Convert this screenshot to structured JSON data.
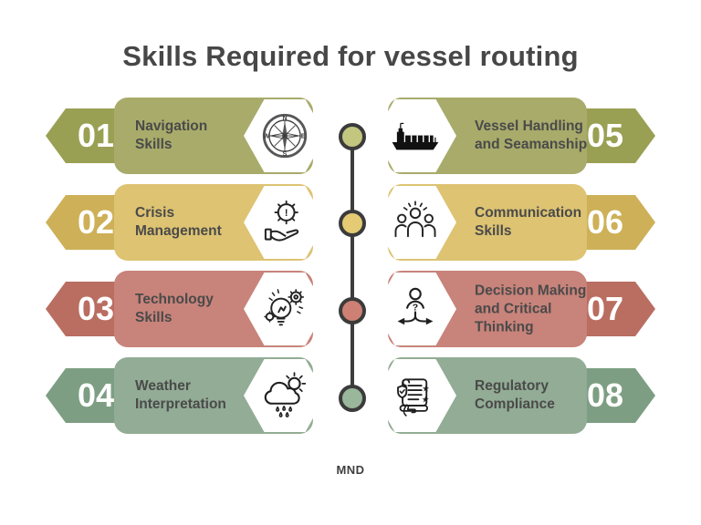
{
  "header": {
    "title": "Skills Required for vessel routing"
  },
  "footer": {
    "brand": "MND"
  },
  "timeline": {
    "line_color": "#3d3d3d",
    "dot_ring_color": "#3b3b3b",
    "dot_fills": [
      "#c3c67f",
      "#e4ca73",
      "#cd8073",
      "#9ab69b"
    ]
  },
  "items": [
    {
      "number": "01",
      "label": "Navigation Skills",
      "side": "left",
      "icon": "compass-icon",
      "colors": {
        "body": "#a8ab6a",
        "tag": "#9aa053",
        "dot": "#c3c67f"
      }
    },
    {
      "number": "02",
      "label": "Crisis Management",
      "side": "left",
      "icon": "gear-hand-icon",
      "colors": {
        "body": "#ddc372",
        "tag": "#cdb058",
        "dot": "#e4ca73"
      }
    },
    {
      "number": "03",
      "label": "Technology Skills",
      "side": "left",
      "icon": "lightbulb-gears-icon",
      "colors": {
        "body": "#c8837a",
        "tag": "#b96e61",
        "dot": "#cd8073"
      }
    },
    {
      "number": "04",
      "label": "Weather Interpretation",
      "side": "left",
      "icon": "weather-icon",
      "colors": {
        "body": "#92ac95",
        "tag": "#7d9e82",
        "dot": "#9ab69b"
      }
    },
    {
      "number": "05",
      "label": "Vessel Handling and Seamanship",
      "side": "right",
      "icon": "cargo-ship-icon",
      "colors": {
        "body": "#a8ab6a",
        "tag": "#9aa053",
        "dot": "#c3c67f"
      }
    },
    {
      "number": "06",
      "label": "Communication Skills",
      "side": "right",
      "icon": "people-group-icon",
      "colors": {
        "body": "#ddc372",
        "tag": "#cdb058",
        "dot": "#e4ca73"
      }
    },
    {
      "number": "07",
      "label": "Decision Making and Critical Thinking",
      "side": "right",
      "icon": "decision-arrows-icon",
      "colors": {
        "body": "#c8837a",
        "tag": "#b96e61",
        "dot": "#cd8073"
      }
    },
    {
      "number": "08",
      "label": "Regulatory Compliance",
      "side": "right",
      "icon": "compliance-scroll-icon",
      "colors": {
        "body": "#92ac95",
        "tag": "#7d9e82",
        "dot": "#9ab69b"
      }
    }
  ]
}
